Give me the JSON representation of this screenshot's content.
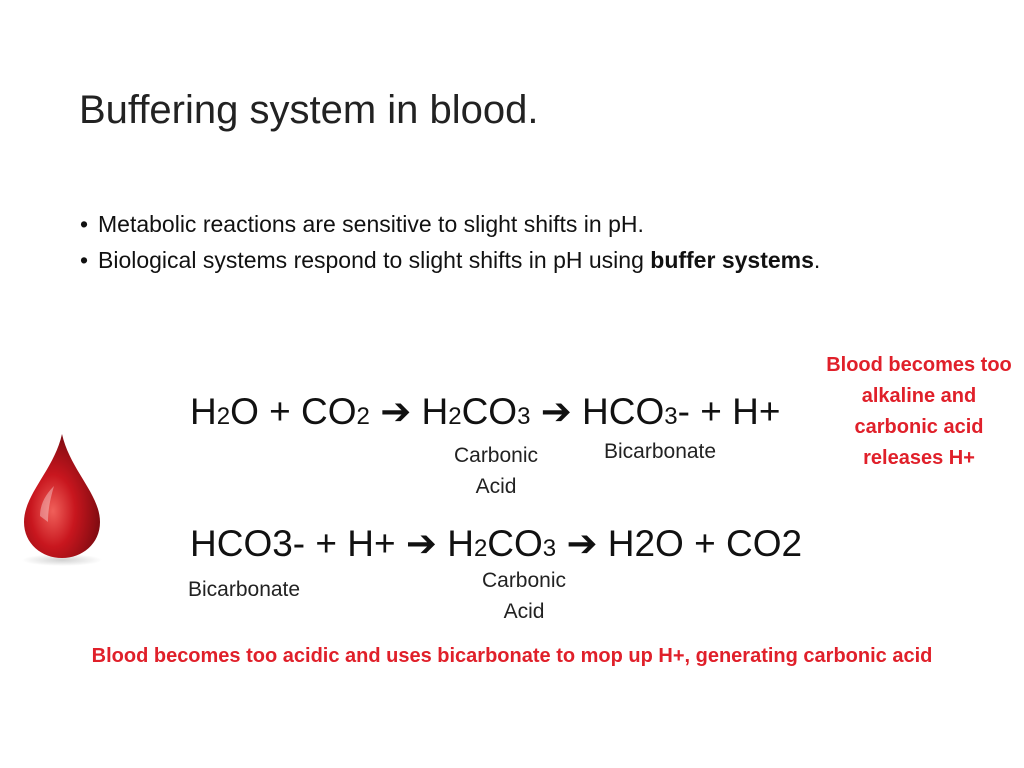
{
  "slide": {
    "title": "Buffering system in blood.",
    "bullets": [
      {
        "pre": "Metabolic reactions are sensitive to slight shifts in p",
        "mid": "H.",
        "bold": "",
        "post": ""
      },
      {
        "pre": "Biological systems respond to slight shifts in p",
        "mid": "H using ",
        "bold": "buffer systems",
        "post": "."
      }
    ],
    "eq1": {
      "h2o_a": "H",
      "h2o_sub": "2",
      "h2o_b": "O + CO",
      "co2_sub": "2",
      "h2co3_a": "H",
      "h2co3_sub": "2",
      "h2co3_b": "CO",
      "h2co3_sub2": "3",
      "hco3_a": "HCO",
      "hco3_sub": "3",
      "hco3_b": "- + H+",
      "label_carbonic": [
        "Carbonic",
        "Acid"
      ],
      "label_bicarbonate": "Bicarbonate"
    },
    "eq2": {
      "left": "HCO3- + H+",
      "h2co3_a": "H",
      "h2co3_sub": "2",
      "h2co3_b": "CO",
      "h2co3_sub2": "3",
      "right": "H2O + CO2",
      "label_bicarbonate": "Bicarbonate",
      "label_carbonic": [
        "Carbonic",
        "Acid"
      ]
    },
    "note_alkaline": [
      "Blood becomes too",
      "alkaline and",
      "carbonic acid",
      "releases H+"
    ],
    "note_acidic": "Blood becomes too acidic and uses bicarbonate to mop up H+, generating carbonic acid",
    "colors": {
      "accent_red": "#e0202a",
      "drop_red": "#b8141c"
    },
    "icons": {
      "arrow": "right-arrow-icon",
      "drop": "blood-drop-icon"
    }
  }
}
